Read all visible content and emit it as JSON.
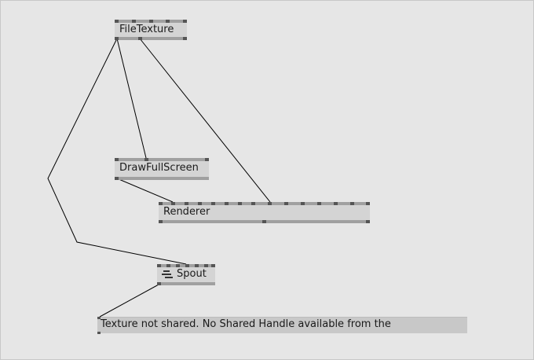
{
  "nodes": {
    "file_texture": {
      "label": "FileTexture"
    },
    "draw_full_screen": {
      "label": "DrawFullScreen"
    },
    "renderer": {
      "label": "Renderer"
    },
    "spout": {
      "label": "Spout",
      "icon": "spout-icon"
    },
    "message": {
      "label": "Texture not shared. No Shared Handle available from the"
    }
  },
  "colors": {
    "background": "#e6e6e6",
    "node_fill": "#d4d4d4",
    "node_border": "#a0a0a0",
    "pin": "#555555",
    "wire": "#000000"
  }
}
